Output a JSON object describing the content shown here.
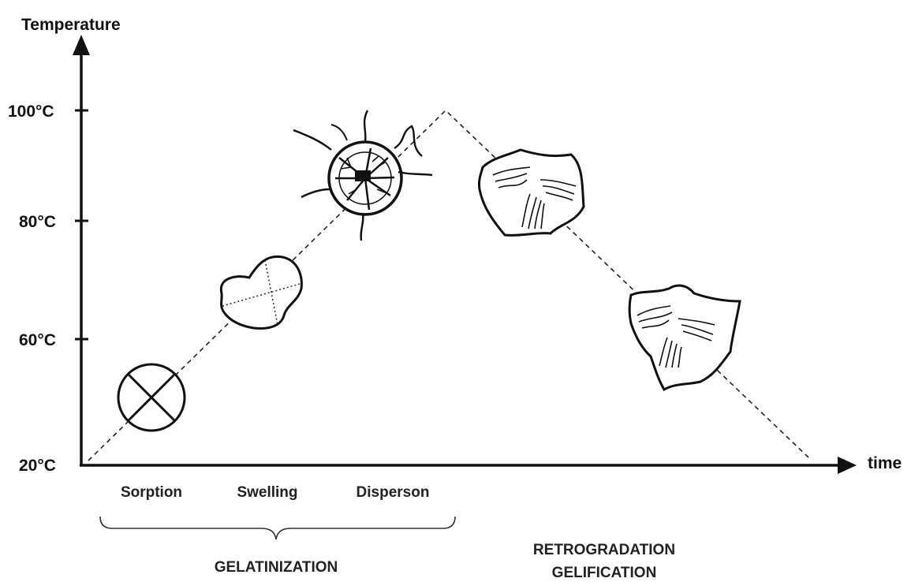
{
  "diagram": {
    "y_axis_title": "Temperature",
    "x_axis_title": "time",
    "y_ticks": [
      "100°C",
      "80°C",
      "60°C",
      "20°C"
    ],
    "stages": [
      "Sorption",
      "Swelling",
      "Disperson"
    ],
    "phases": {
      "gelatinization": "GELATINIZATION",
      "retrogradation_line1": "RETROGRADATION",
      "retrogradation_line2": "GELIFICATION"
    },
    "granule_icons": [
      "sorption-granule-icon",
      "swelling-granule-icon",
      "dispersed-granule-icon",
      "retrograded-granule-icon-1",
      "retrograded-granule-icon-2"
    ]
  }
}
